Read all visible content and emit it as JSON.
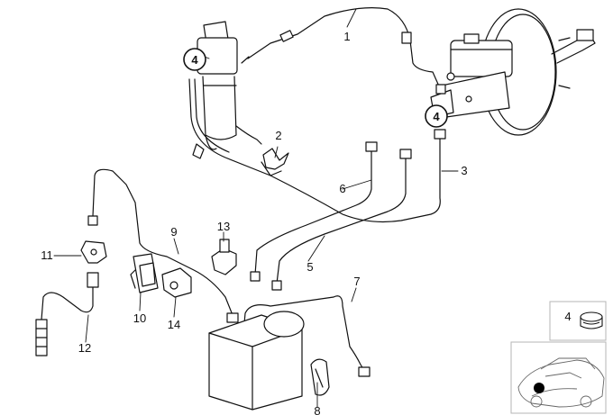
{
  "callouts": {
    "c1": "1",
    "c2": "2",
    "c3": "3",
    "c4_left": "4",
    "c4_right": "4",
    "c4_inset": "4",
    "c5": "5",
    "c6": "6",
    "c7": "7",
    "c8": "8",
    "c9": "9",
    "c10": "10",
    "c11": "11",
    "c12": "12",
    "c13": "13",
    "c14": "14"
  },
  "colors": {
    "line": "#111111",
    "part_fill": "#ffffff",
    "highlight_dot": "#000000",
    "inset_border": "#b5b5b5"
  }
}
